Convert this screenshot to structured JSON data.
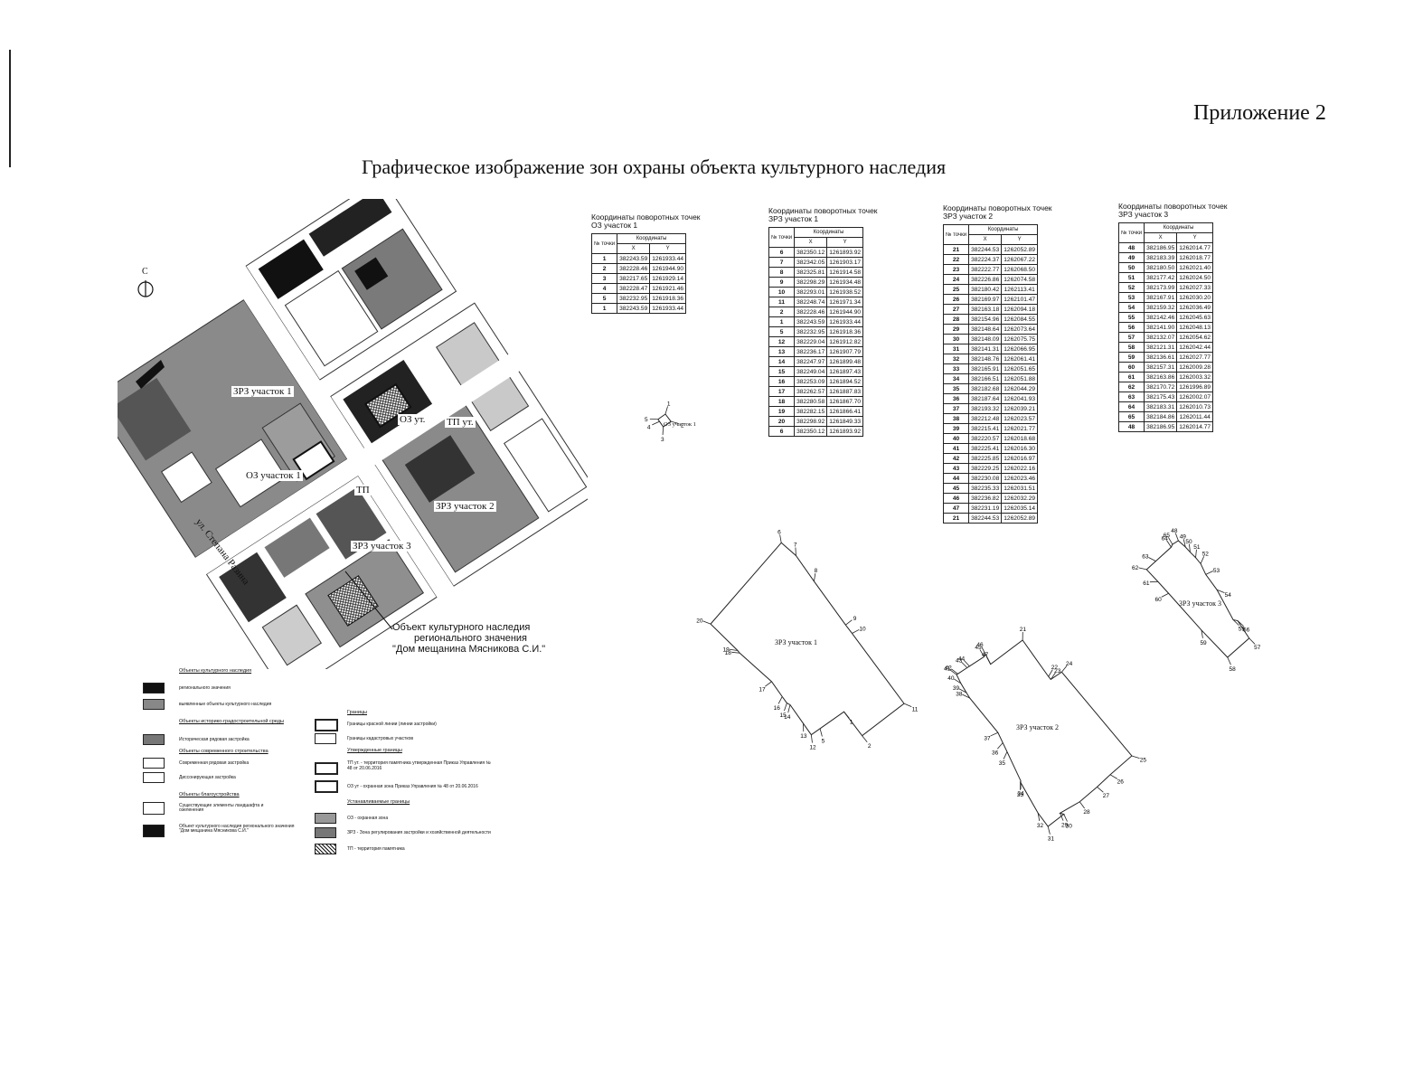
{
  "header": {
    "appendix": "Приложение 2",
    "title": "Графическое изображение зон охраны объекта культурного наследия"
  },
  "map": {
    "north": "С",
    "labels": {
      "zrz1": "ЗРЗ участок 1",
      "oz1": "ОЗ участок 1",
      "ozut": "ОЗ ут.",
      "tput": "ТП ут.",
      "tp": "ТП",
      "zrz2": "ЗРЗ участок 2",
      "zrz3": "ЗРЗ участок 3",
      "street": "ул. Степана Разина"
    },
    "callout": [
      "Объект культурного наследия",
      "регионального значения",
      "\"Дом мещанина Мясникова С.И.\""
    ]
  },
  "tables": {
    "col_no": "№ точки",
    "col_group": "Координаты",
    "col_x": "X",
    "col_y": "Y",
    "oz1": {
      "caption": [
        "Координаты поворотных точек",
        "ОЗ участок 1"
      ],
      "rows": [
        [
          "1",
          "382243.59",
          "1261933.44"
        ],
        [
          "2",
          "382228.46",
          "1261944.90"
        ],
        [
          "3",
          "382217.65",
          "1261929.14"
        ],
        [
          "4",
          "382228.47",
          "1261921.46"
        ],
        [
          "5",
          "382232.95",
          "1261918.36"
        ],
        [
          "1",
          "382243.59",
          "1261933.44"
        ]
      ]
    },
    "zrz1": {
      "caption": [
        "Координаты поворотных точек",
        "ЗРЗ участок 1"
      ],
      "rows": [
        [
          "6",
          "382350.12",
          "1261893.92"
        ],
        [
          "7",
          "382342.05",
          "1261903.17"
        ],
        [
          "8",
          "382325.81",
          "1261914.58"
        ],
        [
          "9",
          "382298.29",
          "1261934.48"
        ],
        [
          "10",
          "382293.01",
          "1261938.52"
        ],
        [
          "11",
          "382248.74",
          "1261971.34"
        ],
        [
          "2",
          "382228.46",
          "1261944.90"
        ],
        [
          "1",
          "382243.59",
          "1261933.44"
        ],
        [
          "5",
          "382232.95",
          "1261918.36"
        ],
        [
          "12",
          "382229.04",
          "1261912.82"
        ],
        [
          "13",
          "382236.17",
          "1261907.79"
        ],
        [
          "14",
          "382247.97",
          "1261899.48"
        ],
        [
          "15",
          "382249.04",
          "1261897.43"
        ],
        [
          "16",
          "382253.09",
          "1261894.52"
        ],
        [
          "17",
          "382262.57",
          "1261887.83"
        ],
        [
          "18",
          "382280.58",
          "1261867.70"
        ],
        [
          "19",
          "382282.15",
          "1261866.41"
        ],
        [
          "20",
          "382298.92",
          "1261849.33"
        ],
        [
          "6",
          "382350.12",
          "1261893.92"
        ]
      ]
    },
    "zrz2": {
      "caption": [
        "Координаты поворотных точек",
        "ЗРЗ участок 2"
      ],
      "rows": [
        [
          "21",
          "382244.53",
          "1262052.89"
        ],
        [
          "22",
          "382224.37",
          "1262067.22"
        ],
        [
          "23",
          "382222.77",
          "1262068.50"
        ],
        [
          "24",
          "382226.86",
          "1262074.58"
        ],
        [
          "25",
          "382180.42",
          "1262113.41"
        ],
        [
          "26",
          "382169.97",
          "1262101.47"
        ],
        [
          "27",
          "382163.18",
          "1262094.18"
        ],
        [
          "28",
          "382154.96",
          "1262084.55"
        ],
        [
          "29",
          "382148.64",
          "1262073.64"
        ],
        [
          "30",
          "382148.09",
          "1262075.75"
        ],
        [
          "31",
          "382141.31",
          "1262066.95"
        ],
        [
          "32",
          "382148.76",
          "1262061.41"
        ],
        [
          "33",
          "382165.91",
          "1262051.65"
        ],
        [
          "34",
          "382166.51",
          "1262051.88"
        ],
        [
          "35",
          "382182.68",
          "1262044.29"
        ],
        [
          "36",
          "382187.64",
          "1262041.93"
        ],
        [
          "37",
          "382193.32",
          "1262039.21"
        ],
        [
          "38",
          "382212.48",
          "1262023.57"
        ],
        [
          "39",
          "382215.41",
          "1262021.77"
        ],
        [
          "40",
          "382220.57",
          "1262018.68"
        ],
        [
          "41",
          "382225.41",
          "1262016.30"
        ],
        [
          "42",
          "382225.85",
          "1262016.97"
        ],
        [
          "43",
          "382229.25",
          "1262022.16"
        ],
        [
          "44",
          "382230.08",
          "1262023.46"
        ],
        [
          "45",
          "382235.33",
          "1262031.51"
        ],
        [
          "46",
          "382236.82",
          "1262032.29"
        ],
        [
          "47",
          "382231.19",
          "1262035.14"
        ],
        [
          "21",
          "382244.53",
          "1262052.89"
        ]
      ]
    },
    "zrz3": {
      "caption": [
        "Координаты поворотных точек",
        "ЗРЗ участок 3"
      ],
      "rows": [
        [
          "48",
          "382186.95",
          "1262014.77"
        ],
        [
          "49",
          "382183.39",
          "1262018.77"
        ],
        [
          "50",
          "382180.50",
          "1262021.40"
        ],
        [
          "51",
          "382177.42",
          "1262024.50"
        ],
        [
          "52",
          "382173.99",
          "1262027.33"
        ],
        [
          "53",
          "382167.91",
          "1262030.20"
        ],
        [
          "54",
          "382159.32",
          "1262036.49"
        ],
        [
          "55",
          "382142.46",
          "1262045.63"
        ],
        [
          "56",
          "382141.90",
          "1262048.13"
        ],
        [
          "57",
          "382132.07",
          "1262054.62"
        ],
        [
          "58",
          "382121.31",
          "1262042.44"
        ],
        [
          "59",
          "382136.61",
          "1262027.77"
        ],
        [
          "60",
          "382157.31",
          "1262009.28"
        ],
        [
          "61",
          "382163.86",
          "1262003.32"
        ],
        [
          "62",
          "382170.72",
          "1261996.89"
        ],
        [
          "63",
          "382175.43",
          "1262002.07"
        ],
        [
          "64",
          "382183.31",
          "1262010.73"
        ],
        [
          "65",
          "382184.86",
          "1262011.44"
        ],
        [
          "48",
          "382186.95",
          "1262014.77"
        ]
      ]
    }
  },
  "plots": {
    "oz1": "ОЗ участок 1",
    "zrz1": "ЗРЗ участок 1",
    "zrz2": "ЗРЗ участок 2",
    "zrz3": "ЗРЗ участок 3"
  },
  "legend": {
    "h1": "Объекты культурного наследия",
    "i1": "регионального значения",
    "i2": "выявленные объекты культурного наследия",
    "h2": "Объекты историко-градостроительной среды",
    "i3": "Историческая рядовая застройка",
    "h3": "Объекты современного строительства",
    "i4": "Современная рядовая застройка",
    "i5": "Диссонирующая застройка",
    "h4": "Объекты благоустройства",
    "i6": "Существующие элементы ландшафта и озеленения",
    "i7": "Объект культурного наследия регионального значения \"Дом мещанина Мясникова С.И.\"",
    "h5": "Границы",
    "i8": "Границы красной линии (линии застройки)",
    "i9": "Границы кадастровых участков",
    "h6": "Утвержденные границы",
    "i10": "ТП ут. - территория памятника утвержденная Приказ Управления № 48 от 20.06.2016",
    "i11": "ОЗ ут - охранная зона Приказ Управления № 48 от 20.06.2016",
    "h7": "Устанавливаемые границы",
    "i12": "ОЗ - охранная зона",
    "i13": "ЗРЗ - Зона регулирования застройки и хозяйственной деятельности",
    "i14": "ТП - территория памятника"
  }
}
